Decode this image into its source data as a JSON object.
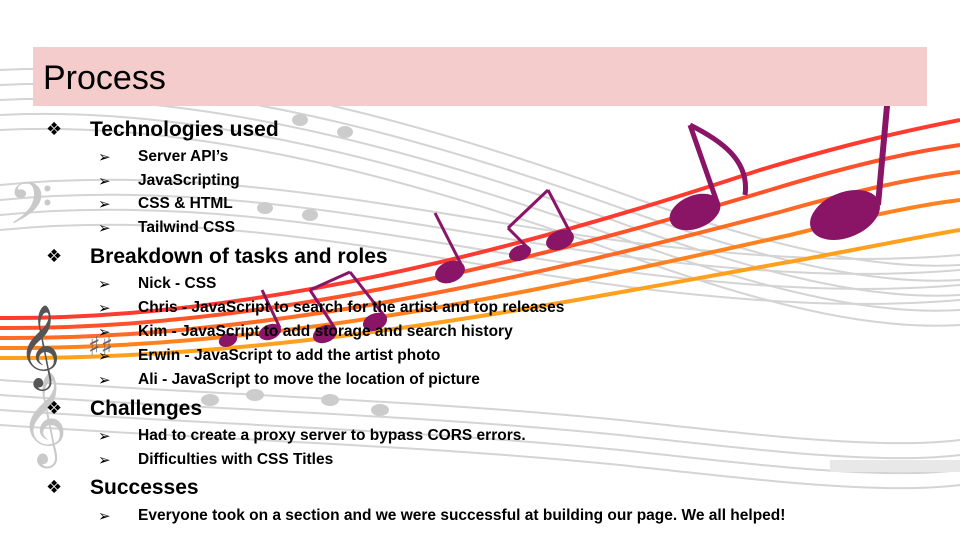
{
  "slide": {
    "title": "Process",
    "sections": [
      {
        "heading": "Technologies used",
        "items": [
          "Server API’s",
          "JavaScripting",
          "CSS & HTML",
          "Tailwind CSS"
        ]
      },
      {
        "heading": "Breakdown of tasks and roles",
        "items": [
          "Nick - CSS",
          "Chris - JavaScript to search for the artist and top releases",
          "Kim - JavaScript to add storage and search history",
          "Erwin - JavaScript to add the artist photo",
          "Ali - JavaScript to move the location of picture"
        ]
      },
      {
        "heading": "Challenges",
        "items": [
          "Had to create a proxy server to bypass CORS errors.",
          "Difficulties with CSS Titles"
        ]
      },
      {
        "heading": "Successes",
        "items": [
          "Everyone took on a section and we were successful at building our page. We all helped!"
        ]
      }
    ]
  },
  "bullets": {
    "level1": "❖",
    "level2": "➢"
  },
  "colors": {
    "title_bar": "#f4cccc",
    "staff_red": "#ff3b2f",
    "staff_orange": "#ff8a1e",
    "note_purple": "#8a1466",
    "staff_gray": "#d6d6d6"
  },
  "background_image": "music-staff-with-notes"
}
